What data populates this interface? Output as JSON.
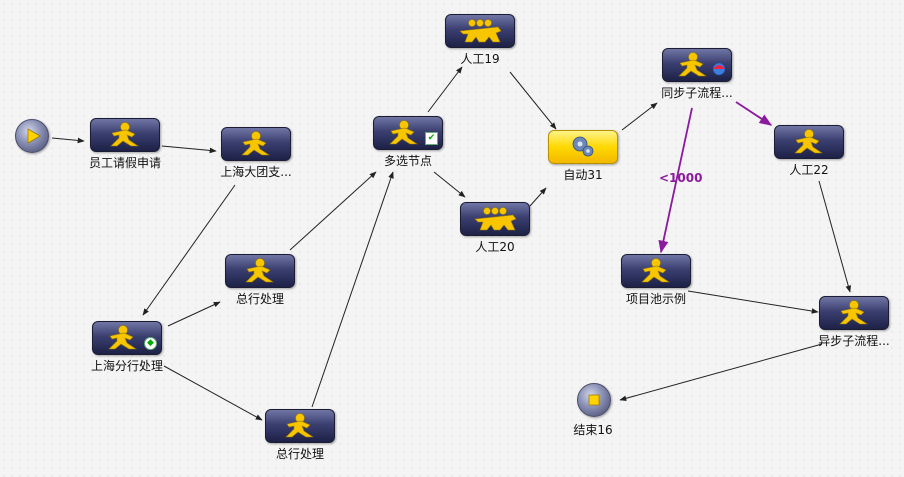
{
  "nodes": {
    "start": {
      "label": ""
    },
    "n1": {
      "label": "员工请假申请"
    },
    "n2": {
      "label": "上海大团支..."
    },
    "n3": {
      "label": "总行处理"
    },
    "n4": {
      "label": "上海分行处理"
    },
    "n5": {
      "label": "总行处理"
    },
    "n6": {
      "label": "多选节点"
    },
    "n7": {
      "label": "人工19"
    },
    "n8": {
      "label": "人工20"
    },
    "n9": {
      "label": "自动31"
    },
    "n10": {
      "label": "同步子流程..."
    },
    "n11": {
      "label": "人工22"
    },
    "n12": {
      "label": "项目池示例"
    },
    "n13": {
      "label": "异步子流程..."
    },
    "end": {
      "label": "结束16"
    }
  },
  "edge_labels": {
    "e_sync_pool": "<1000"
  },
  "colors": {
    "edge": "#222222",
    "edge_highlight": "#8b1a9e",
    "node_dark": "#2a2f5c",
    "node_auto": "#ffd800",
    "icon": "#f7c600"
  }
}
